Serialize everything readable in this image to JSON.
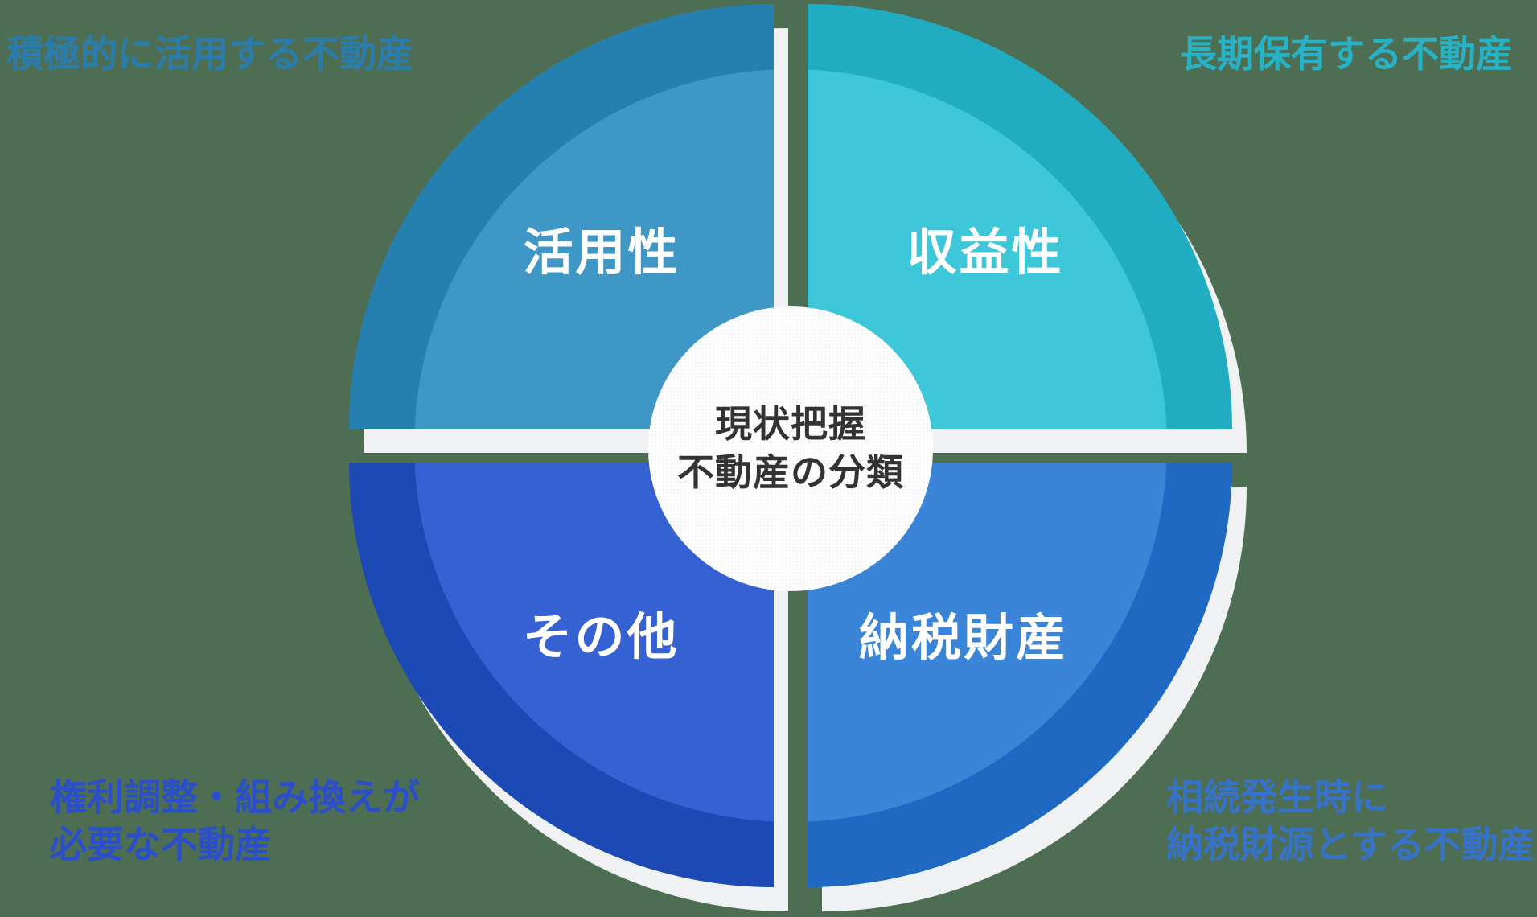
{
  "background_color": "#4e6e53",
  "shadow_color": "#eff1f2",
  "center": {
    "line1": "現状把握",
    "line2": "不動産の分類",
    "text_color": "#333333",
    "circle_fill": "#ffffff"
  },
  "quadrants": {
    "top_left": {
      "label": "活用性",
      "outer_color": "#2680af",
      "inner_color": "#3f97c5"
    },
    "top_right": {
      "label": "収益性",
      "outer_color": "#21adc1",
      "inner_color": "#3dc7d9"
    },
    "bottom_left": {
      "label": "その他",
      "outer_color": "#1d49b5",
      "inner_color": "#3561d3"
    },
    "bottom_right": {
      "label": "納税財産",
      "outer_color": "#2069c3",
      "inner_color": "#3b85d9"
    }
  },
  "annotations": {
    "top_left": {
      "line1": "積極的に活用する不動産",
      "color": "#2a7cad"
    },
    "top_right": {
      "line1": "長期保有する不動産",
      "color": "#27b2c6"
    },
    "bottom_left": {
      "line1": "権利調整・組み換えが",
      "line2": "必要な不動産",
      "color": "#2b4fc8"
    },
    "bottom_right": {
      "line1": "相続発生時に",
      "line2": "納税財源とする不動産",
      "color": "#3672c8"
    }
  }
}
